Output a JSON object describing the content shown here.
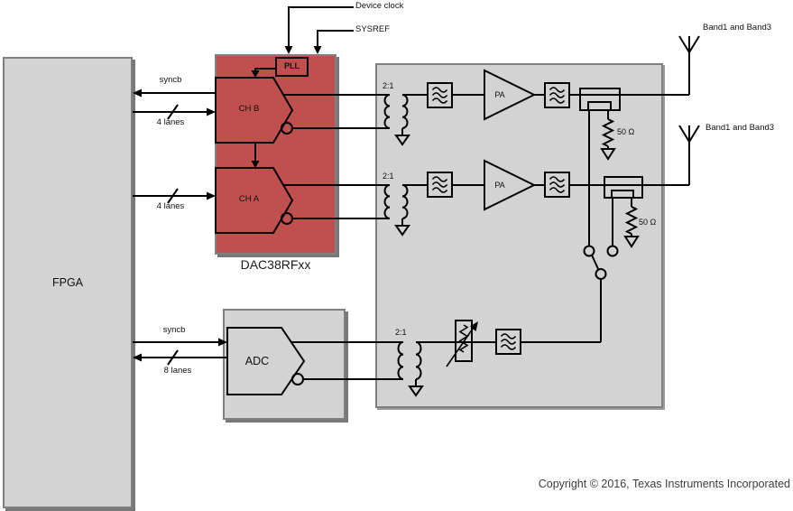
{
  "figure": {
    "clock_inputs": {
      "device_clock": "Device clock",
      "sysref": "SYSREF"
    },
    "fpga": {
      "label": "FPGA"
    },
    "dac": {
      "label": "DAC38RFxx",
      "pll_label": "PLL",
      "ch_b_label": "CH B",
      "ch_a_label": "CH A"
    },
    "adc": {
      "label": "ADC"
    },
    "fpga_dac_links": {
      "syncb": "syncb",
      "ch_b_lanes": "4 lanes",
      "ch_a_lanes": "4 lanes"
    },
    "fpga_adc_links": {
      "syncb": "syncb",
      "lanes": "8 lanes"
    },
    "rf_chain_b": {
      "balun_ratio": "2:1",
      "pa_label": "PA",
      "load_label": "50 Ω",
      "antenna_label": "Band1 and Band3"
    },
    "rf_chain_a": {
      "balun_ratio": "2:1",
      "pa_label": "PA",
      "load_label": "50 Ω",
      "antenna_label": "Band1 and Band3"
    },
    "feedback_chain": {
      "balun_ratio": "2:1"
    },
    "footer": {
      "copyright": "Copyright © 2016, Texas Instruments Incorporated"
    },
    "colors": {
      "dac_fill": "#c0504d",
      "block_fill": "#d3d3d3",
      "block_border": "#808080",
      "line": "#000000"
    }
  }
}
